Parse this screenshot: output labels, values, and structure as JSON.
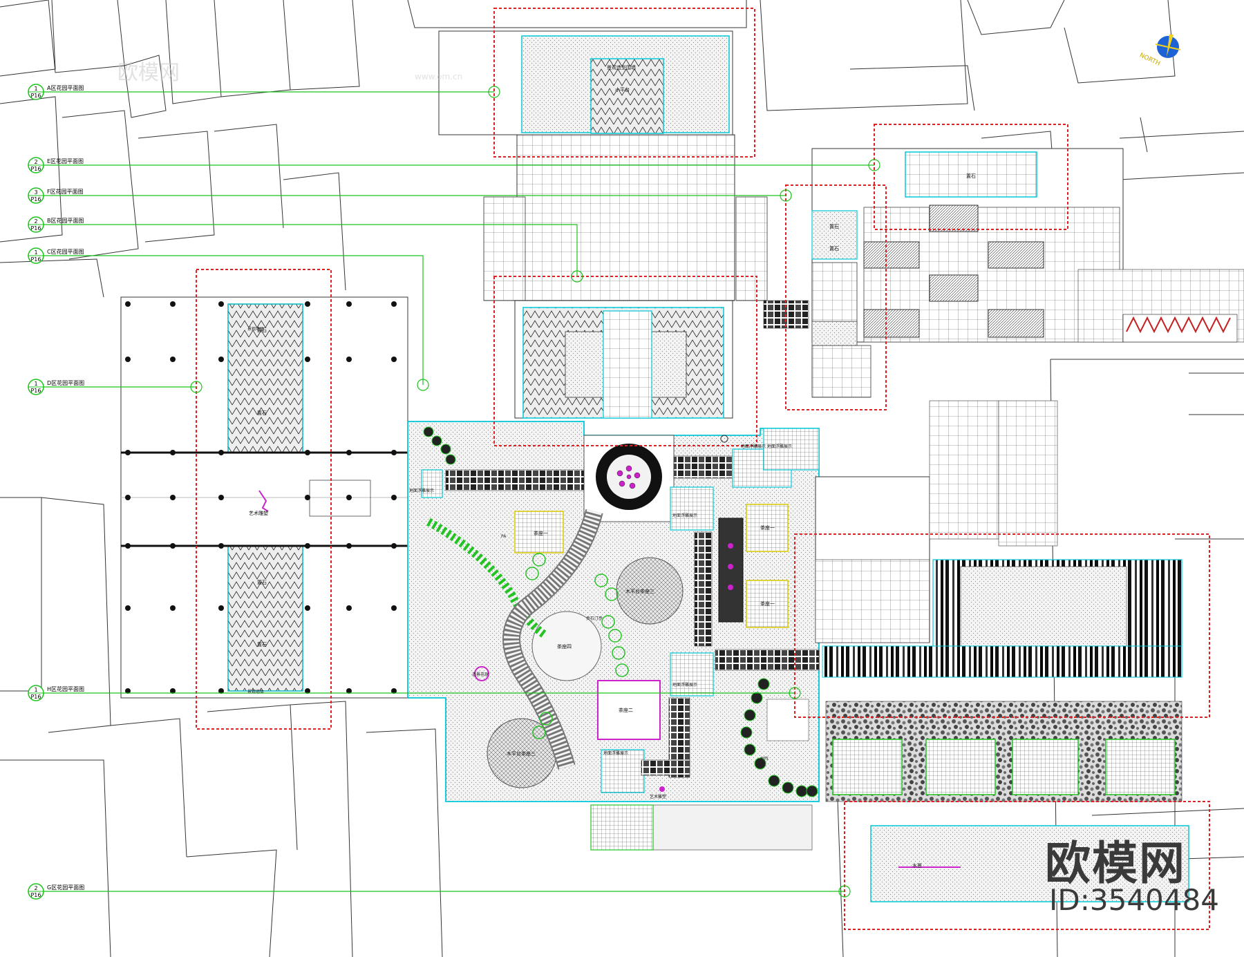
{
  "watermarks": {
    "brand": "欧模网",
    "url": "www.om.cn",
    "logo": "欧模网",
    "id": "ID:3540484"
  },
  "north": {
    "label": "NORTH",
    "icon": "north-arrow-icon",
    "color": "#1e63d6"
  },
  "colors": {
    "link": "#19c319",
    "frame": "#e02020",
    "cyan": "#00c8d8",
    "magenta": "#cc22cc",
    "yellow": "#d8c800"
  },
  "reference_callouts": [
    {
      "num": "1",
      "sheet": "P16",
      "label": "A区花园平面图"
    },
    {
      "num": "2",
      "sheet": "P16",
      "label": "E区花园平面图"
    },
    {
      "num": "3",
      "sheet": "P16",
      "label": "F区花园平面图"
    },
    {
      "num": "2",
      "sheet": "P16",
      "label": "B区花园平面图"
    },
    {
      "num": "1",
      "sheet": "P16",
      "label": "C区花园平面图"
    },
    {
      "num": "1",
      "sheet": "P16",
      "label": "D区花园平面图"
    },
    {
      "num": "1",
      "sheet": "P16",
      "label": "H区花园平面图"
    },
    {
      "num": "2",
      "sheet": "P16",
      "label": "G区花园平面图"
    }
  ],
  "plan_labels": {
    "a_top": "景观造型围墙",
    "a_sub": "小平台",
    "stone1": "置石",
    "stone2": "置石",
    "stone3": "置石",
    "stone4": "置石",
    "stone5": "置石",
    "stone6": "置石",
    "stone7": "置石",
    "tea1": "茶座一",
    "tea2": "茶座二",
    "tea3": "茶座一",
    "tea4": "茶座一",
    "tea_round": "茶座四",
    "wood1": "木平台茶座三",
    "wood2": "木平台茶座三",
    "art1": "艺术雕塑",
    "art2": "艺术雕塑",
    "pot1": "地面浮雕展示",
    "pot2": "地面浮雕展示",
    "pot3": "地面浮雕展示",
    "pot4": "地面浮雕展示",
    "pot5": "地面浮雕展示",
    "pot6": "地面浮雕展示",
    "path": "步石汀步",
    "water": "水景",
    "flower": "造景花球",
    "wall1": "景观墙体",
    "wall2": "景观墙体",
    "shadow": "树阵",
    "pa": "PA"
  }
}
